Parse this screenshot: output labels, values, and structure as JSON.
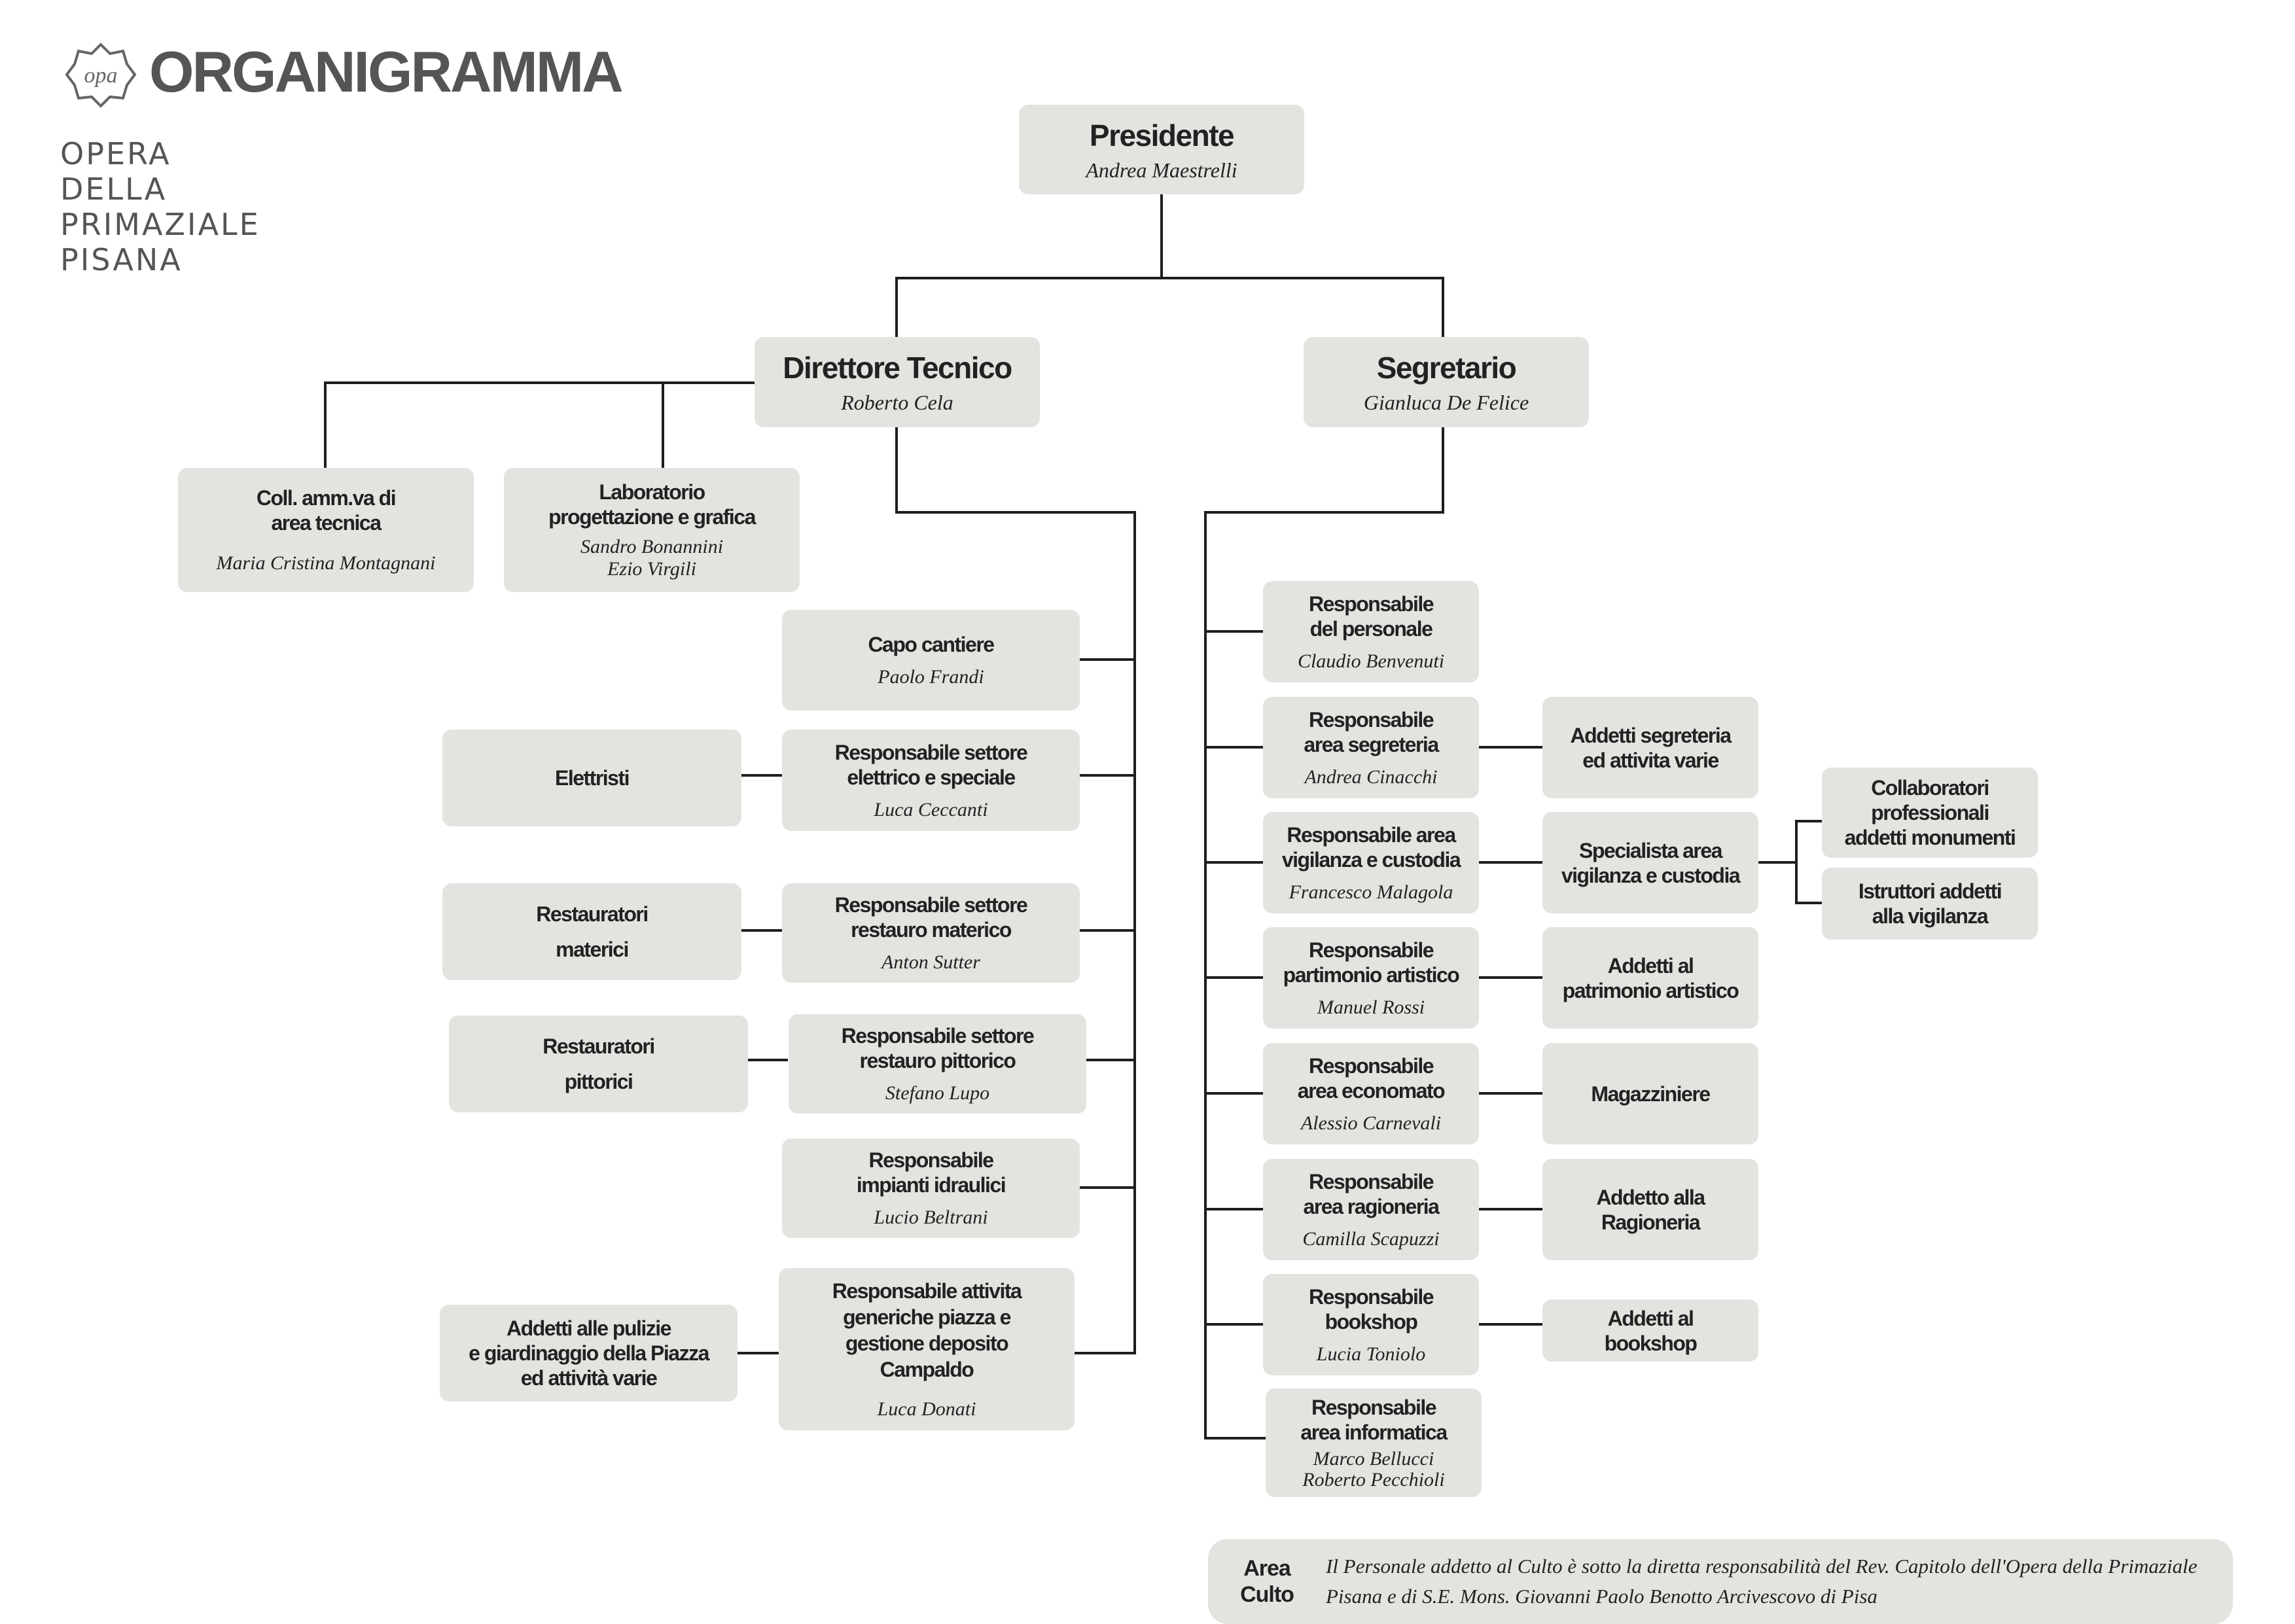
{
  "header": {
    "title": "ORGANIGRAMMA",
    "logo_mark_text": "opa",
    "institution_lines": [
      "OPERA",
      "DELLA",
      "PRIMAZIALE",
      "PISANA"
    ]
  },
  "org": {
    "presidente": {
      "title": "Presidente",
      "names": "Andrea Maestrelli"
    },
    "direttore": {
      "title": "Direttore Tecnico",
      "names": "Roberto Cela"
    },
    "segretario": {
      "title": "Segretario",
      "names": "Gianluca De Felice"
    },
    "coll_tecnica": {
      "title": "Coll. amm.va di\narea tecnica",
      "names": "Maria Cristina Montagnani"
    },
    "laboratorio": {
      "title": "Laboratorio\nprogettazione e grafica",
      "names": "Sandro Bonannini\nEzio Virgili"
    },
    "capo_cantiere": {
      "title": "Capo cantiere",
      "names": "Paolo Frandi"
    },
    "resp_elettrico": {
      "title": "Responsabile settore\nelettrico e speciale",
      "names": "Luca Ceccanti"
    },
    "elettristi": {
      "title": "Elettristi"
    },
    "resp_materico": {
      "title": "Responsabile settore\nrestauro materico",
      "names": "Anton Sutter"
    },
    "rest_materici": {
      "title": "Restauratori\nmaterici"
    },
    "resp_pittorico": {
      "title": "Responsabile settore\nrestauro pittorico",
      "names": "Stefano Lupo"
    },
    "rest_pittorici": {
      "title": "Restauratori\npittorici"
    },
    "resp_idraulici": {
      "title": "Responsabile\nimpianti idraulici",
      "names": "Lucio Beltrani"
    },
    "resp_generiche": {
      "title": "Responsabile attivita\ngeneriche piazza e\ngestione deposito\nCampaldo",
      "names": "Luca Donati"
    },
    "addetti_pulizie": {
      "title": "Addetti alle pulizie\ne giardinaggio della Piazza\ned attività varie"
    },
    "resp_personale": {
      "title": "Responsabile\ndel personale",
      "names": "Claudio Benvenuti"
    },
    "resp_segreteria": {
      "title": "Responsabile\narea segreteria",
      "names": "Andrea Cinacchi"
    },
    "addetti_segreteria": {
      "title": "Addetti segreteria\ned attivita varie"
    },
    "resp_vigilanza": {
      "title": "Responsabile area\nvigilanza e custodia",
      "names": "Francesco Malagola"
    },
    "specialista_vigilanza": {
      "title": "Specialista area\nvigilanza e custodia"
    },
    "collaboratori": {
      "title": "Collaboratori\nprofessionali\naddetti monumenti"
    },
    "istruttori": {
      "title": "Istruttori addetti\nalla vigilanza"
    },
    "resp_patrimonio": {
      "title": "Responsabile\npartimonio artistico",
      "names": "Manuel Rossi"
    },
    "addetti_patrimonio": {
      "title": "Addetti al\npatrimonio artistico"
    },
    "resp_economato": {
      "title": "Responsabile\narea economato",
      "names": "Alessio Carnevali"
    },
    "magazziniere": {
      "title": "Magazziniere"
    },
    "resp_ragioneria": {
      "title": "Responsabile\narea ragioneria",
      "names": "Camilla Scapuzzi"
    },
    "addetto_ragioneria": {
      "title": "Addetto alla\nRagioneria"
    },
    "resp_bookshop": {
      "title": "Responsabile\nbookshop",
      "names": "Lucia Toniolo"
    },
    "addetti_bookshop": {
      "title": "Addetti al\nbookshop"
    },
    "resp_informatica": {
      "title": "Responsabile\narea informatica",
      "names": "Marco Bellucci\nRoberto Pecchioli"
    }
  },
  "culto": {
    "label": "Area\nCulto",
    "text": "Il Personale addetto al Culto è sotto la diretta responsabilità del Rev. Capitolo dell'Opera della Primaziale Pisana e di S.E. Mons. Giovanni Paolo Benotto Arcivescovo di Pisa"
  }
}
